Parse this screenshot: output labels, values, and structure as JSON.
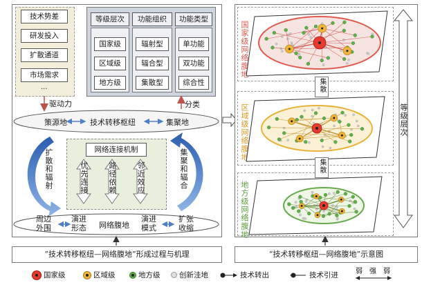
{
  "left_factors": [
    "技术势差",
    "研发投入",
    "扩散通道",
    "市场需求",
    "..."
  ],
  "drive_label": "驱动力",
  "class_label": "分类",
  "table": {
    "headers": [
      "等级层次",
      "功能组织",
      "功能类型"
    ],
    "col1": [
      "国家级",
      "区域级",
      "地方级"
    ],
    "col2": [
      "辐射型",
      "辐合型",
      "集散型"
    ],
    "col3": [
      "单功能",
      "双功能",
      "综合性"
    ]
  },
  "hub_ellipse": {
    "left": "策源地",
    "center": "技术转移枢纽",
    "right": "集聚地"
  },
  "left_arrow_text": "扩散和辐射",
  "right_arrow_text": "集聚和辐合",
  "mechanism": {
    "title": "网络连接机制",
    "items": [
      "优先连接",
      "路径依赖",
      "邻近效应"
    ]
  },
  "hinterland_ellipse": {
    "left": "周边外围",
    "evolve_left": "演进形态",
    "center": "网络腹地",
    "evolve_right": "演进模式",
    "right": "扩张收缩"
  },
  "left_caption": "“技术转移枢纽—网络腹地”形成过程与机理",
  "right_caption": "“技术转移枢纽—网络腹地”示意图",
  "levels": [
    {
      "label": "国家级网络腹地",
      "color": "#e05a4f"
    },
    {
      "label": "区域级网络腹地",
      "color": "#e8b23a"
    },
    {
      "label": "地方级网络腹地",
      "color": "#66a94a"
    }
  ],
  "between_label": "集散",
  "hierarchy_label": "等级层次",
  "legend": {
    "national": "国家级",
    "regional": "区域级",
    "local": "地方级",
    "innovation": "创新洼地",
    "out": "技术转出",
    "in": "技术引进",
    "weak1": "弱",
    "strong": "强",
    "weak2": "弱"
  },
  "colors": {
    "national": "#e53b2f",
    "regional": "#f0b43c",
    "local": "#5fb04a",
    "innovation": "#c9c9c9",
    "blue_arrow": "#4d7fc4",
    "hub_fill": "#f5f5f5"
  }
}
